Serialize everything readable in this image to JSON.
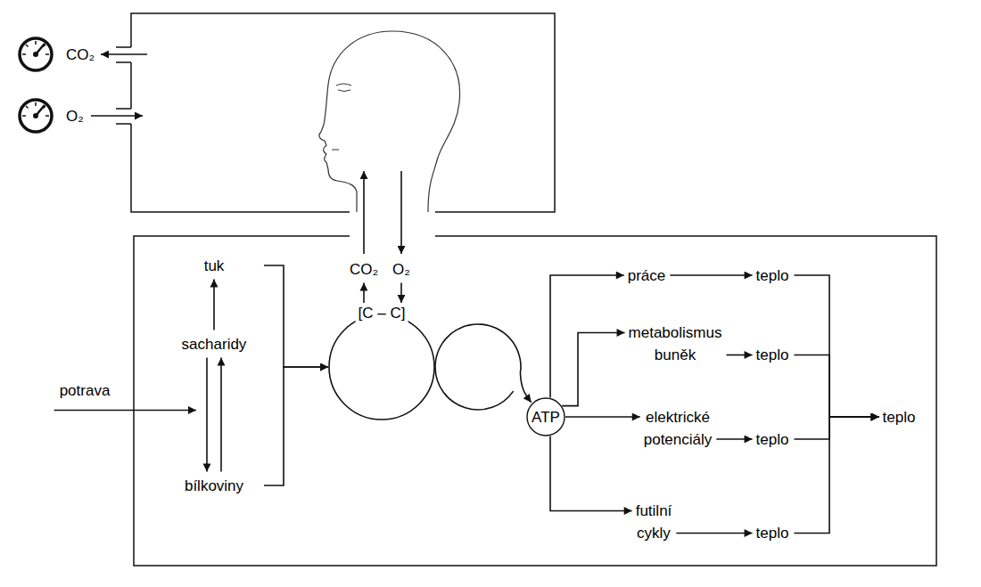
{
  "diagram": {
    "nodes": [
      {
        "text": [
          "potrava"
        ]
      },
      {
        "text": [
          "tuk"
        ]
      },
      {
        "text": [
          "sacharidy"
        ]
      },
      {
        "text": [
          "bílkoviny"
        ]
      },
      {
        "text": [
          "[C – C]"
        ]
      },
      {
        "text": [
          "CO₂"
        ]
      },
      {
        "text": [
          "O₂"
        ]
      },
      {
        "text": [
          "ATP"
        ]
      },
      {
        "text": [
          "práce"
        ]
      },
      {
        "text": [
          "metabolismus buněk"
        ]
      },
      {
        "text": [
          "elektrické potenciály"
        ]
      },
      {
        "text": [
          "futilní cykly"
        ]
      },
      {
        "text": [
          "teplo"
        ]
      },
      {
        "text": [
          "teplo"
        ]
      },
      {
        "text": [
          "teplo"
        ]
      },
      {
        "text": [
          "teplo"
        ]
      },
      {
        "text": [
          "teplo"
        ]
      }
    ],
    "edges": [
      {
        "from": 0,
        "to": 2,
        "arrow": "to"
      },
      {
        "from": 2,
        "to": 1,
        "arrow": "to"
      },
      {
        "from": 2,
        "to": 3,
        "arrow": "to"
      },
      {
        "from": 3,
        "to": 2,
        "arrow": "to"
      },
      {
        "from": 1,
        "to": 4,
        "arrow": "to"
      },
      {
        "from": 3,
        "to": 4,
        "arrow": "to"
      },
      {
        "from": 4,
        "to": 5,
        "arrow": "to"
      },
      {
        "from": 6,
        "to": 4,
        "arrow": "to"
      },
      {
        "from": 4,
        "to": 7,
        "arrow": "to"
      },
      {
        "from": 7,
        "to": 8,
        "arrow": "to"
      },
      {
        "from": 7,
        "to": 9,
        "arrow": "to"
      },
      {
        "from": 7,
        "to": 10,
        "arrow": "to"
      },
      {
        "from": 7,
        "to": 11,
        "arrow": "to"
      },
      {
        "from": 8,
        "to": 12,
        "arrow": "to"
      },
      {
        "from": 9,
        "to": 13,
        "arrow": "to"
      },
      {
        "from": 10,
        "to": 14,
        "arrow": "to"
      },
      {
        "from": 11,
        "to": 15,
        "arrow": "to"
      },
      {
        "from": 12,
        "to": 16,
        "arrow": "to"
      },
      {
        "from": 13,
        "to": 16,
        "arrow": "to"
      },
      {
        "from": 14,
        "to": 16,
        "arrow": "to"
      },
      {
        "from": 15,
        "to": 16,
        "arrow": "to"
      }
    ],
    "labels": [
      "CO₂",
      "O₂"
    ]
  }
}
